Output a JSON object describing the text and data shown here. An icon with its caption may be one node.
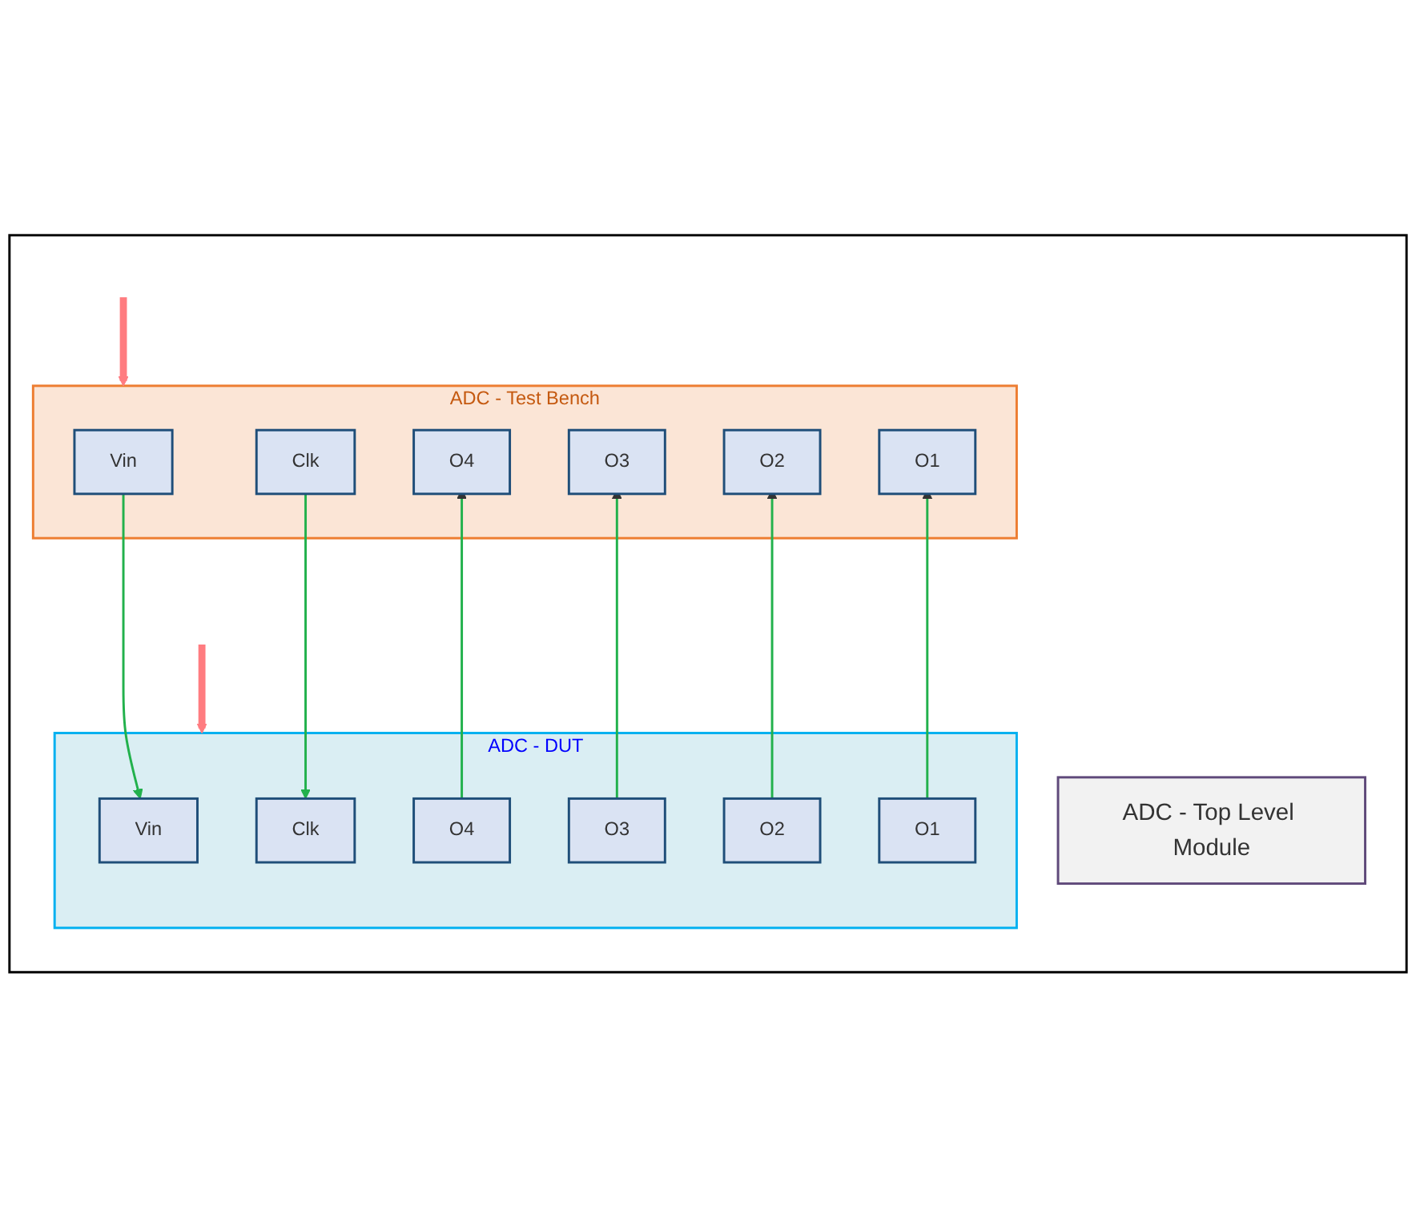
{
  "diagram": {
    "nodes": [
      {
        "text": [],
        "shape": "box"
      },
      {
        "text": [
          "ADC - Top Level Module"
        ],
        "in": 0
      },
      {
        "text": [
          "ADC - Test Bench"
        ],
        "in": 0
      },
      {
        "text": [
          "Vin"
        ],
        "in": 2
      },
      {
        "text": [
          "Clk"
        ],
        "in": 2
      },
      {
        "text": [
          "O4"
        ],
        "in": 2
      },
      {
        "text": [
          "O3"
        ],
        "in": 2
      },
      {
        "text": [
          "O2"
        ],
        "in": 2
      },
      {
        "text": [
          "O1"
        ],
        "in": 2
      },
      {
        "text": [
          "ADC - DUT"
        ],
        "in": 0
      },
      {
        "text": [
          "Vin"
        ],
        "in": 9
      },
      {
        "text": [
          "Clk"
        ],
        "in": 9
      },
      {
        "text": [
          "O4"
        ],
        "in": 9
      },
      {
        "text": [
          "O3"
        ],
        "in": 9
      },
      {
        "text": [
          "O2"
        ],
        "in": 9
      },
      {
        "text": [
          "O1"
        ],
        "in": 9
      }
    ],
    "edges": [
      {
        "from": 3,
        "to": 10,
        "arrow": "to"
      },
      {
        "from": 4,
        "to": 11,
        "arrow": "to"
      },
      {
        "from": 12,
        "to": 5,
        "arrow": "to"
      },
      {
        "from": 13,
        "to": 6,
        "arrow": "to"
      },
      {
        "from": 14,
        "to": 7,
        "arrow": "to"
      },
      {
        "from": 15,
        "to": 8,
        "arrow": "to"
      },
      {
        "from": null,
        "to": 2,
        "arrow": "to",
        "style": "thick",
        "color": "#ff7c80"
      },
      {
        "from": null,
        "to": 9,
        "arrow": "to",
        "style": "thick",
        "color": "#ff7c80"
      }
    ]
  }
}
